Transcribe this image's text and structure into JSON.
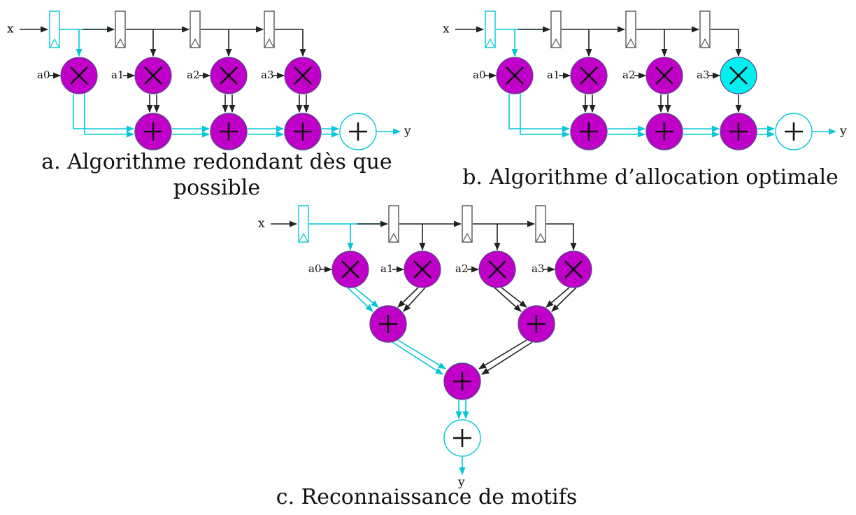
{
  "colors": {
    "node_fill": "#c000c8",
    "highlight_fill": "#00f0f0",
    "edge_black": "#222222",
    "edge_cyan": "#00c8d8",
    "register_gray": "#555555",
    "register_cyan": "#00c8d8",
    "empty_node_fill": "#ffffff"
  },
  "icons": {
    "multiplier": "multiply-circle-icon",
    "adder": "plus-circle-icon",
    "register": "register-flipflop-icon"
  },
  "diagrams": [
    {
      "id": "a",
      "input_label": "x",
      "coef_labels": [
        "a0",
        "a1",
        "a2",
        "a3"
      ],
      "output_label": "y",
      "caption": "a. Algorithme redondant dès que possible"
    },
    {
      "id": "b",
      "input_label": "x",
      "coef_labels": [
        "a0",
        "a1",
        "a2",
        "a3"
      ],
      "output_label": "y",
      "caption": "b. Algorithme d’allocation optimale"
    },
    {
      "id": "c",
      "input_label": "x",
      "coef_labels": [
        "a0",
        "a1",
        "a2",
        "a3"
      ],
      "output_label": "y",
      "caption": "c. Reconnaissance de motifs"
    }
  ]
}
